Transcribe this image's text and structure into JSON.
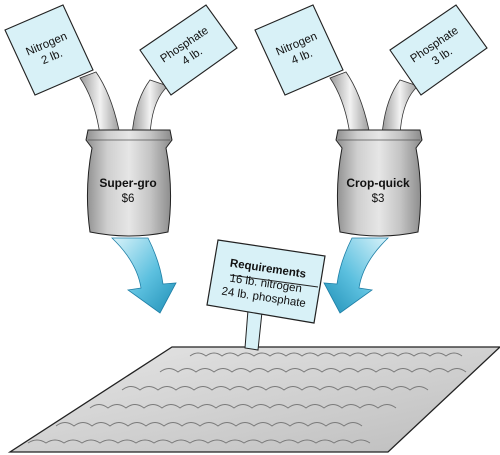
{
  "products": [
    {
      "name": "Super-gro",
      "price": "$6",
      "left_tag": {
        "nutrient": "Nitrogen",
        "amount": "2 lb."
      },
      "right_tag": {
        "nutrient": "Phosphate",
        "amount": "4 lb."
      }
    },
    {
      "name": "Crop-quick",
      "price": "$3",
      "left_tag": {
        "nutrient": "Nitrogen",
        "amount": "4 lb."
      },
      "right_tag": {
        "nutrient": "Phosphate",
        "amount": "3 lb."
      }
    }
  ],
  "requirements": {
    "title": "Requirements",
    "line1": "16 lb. nitrogen",
    "line2": "24 lb. phosphate"
  },
  "colors": {
    "tag_fill": "#d8f1f7",
    "arrow_dark": "#1f8fb6",
    "arrow_light": "#c9eef7",
    "bag_dark": "#9c9c9c",
    "bag_light": "#dcdcdc",
    "field": "#d4d4d4"
  }
}
